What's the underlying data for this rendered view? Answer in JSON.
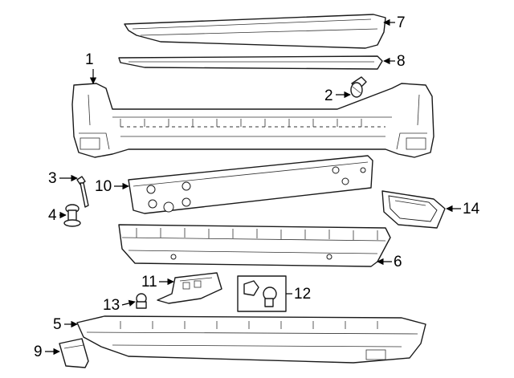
{
  "diagram": {
    "callouts": [
      {
        "id": "1",
        "label": "1"
      },
      {
        "id": "2",
        "label": "2"
      },
      {
        "id": "3",
        "label": "3"
      },
      {
        "id": "4",
        "label": "4"
      },
      {
        "id": "5",
        "label": "5"
      },
      {
        "id": "6",
        "label": "6"
      },
      {
        "id": "7",
        "label": "7"
      },
      {
        "id": "8",
        "label": "8"
      },
      {
        "id": "9",
        "label": "9"
      },
      {
        "id": "10",
        "label": "10"
      },
      {
        "id": "11",
        "label": "11"
      },
      {
        "id": "12",
        "label": "12"
      },
      {
        "id": "13",
        "label": "13"
      },
      {
        "id": "14",
        "label": "14"
      }
    ],
    "colors": {
      "line": "#1a1a1a",
      "background": "#ffffff"
    }
  }
}
